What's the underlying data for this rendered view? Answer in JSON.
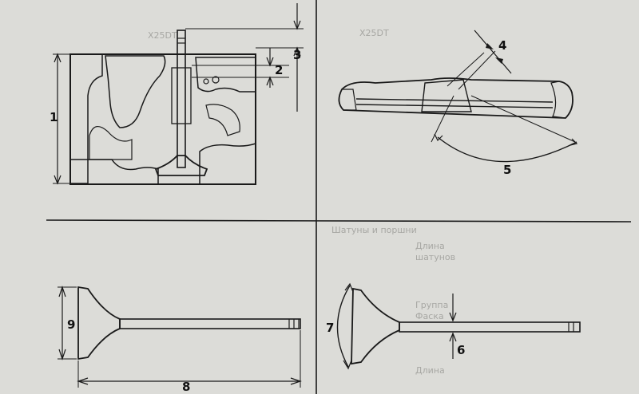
{
  "labels": {
    "l1": "1",
    "l2": "2",
    "l3": "3",
    "l4": "4",
    "l5": "5",
    "l6": "6",
    "l7": "7",
    "l8": "8",
    "l9": "9"
  },
  "bleed_text": {
    "top_mid": "X25DT",
    "top_right": "X25DT",
    "tbl_h": "Шатуны и поршни",
    "row1": "Длина",
    "row2": "шатунов",
    "row3": "Группа",
    "row4": "Фаска",
    "row5": "Длина"
  }
}
